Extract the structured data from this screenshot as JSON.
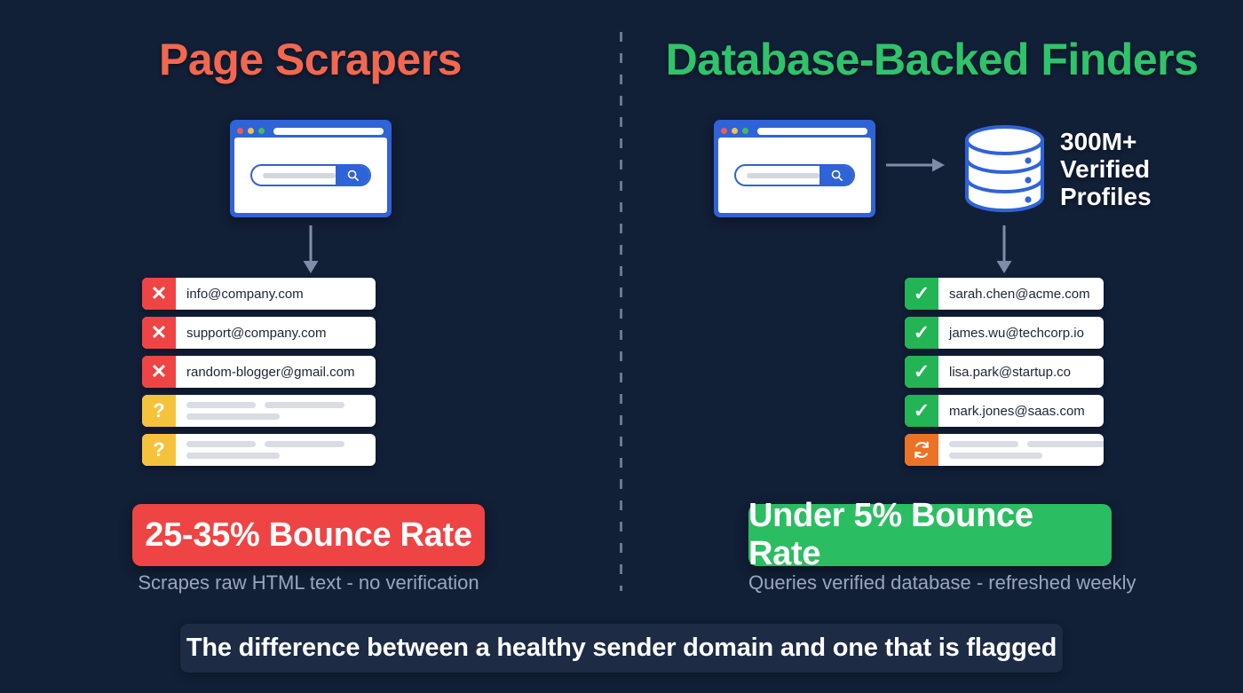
{
  "theme": {
    "background": "#111f37",
    "left_accent": "#f4674f",
    "right_accent": "#2fc46a",
    "bad": "#ef4444",
    "good": "#22b455",
    "unknown": "#f5c33b",
    "sync": "#ec7226",
    "browser_blue": "#2f63d8",
    "caption_color": "#9aa6bb",
    "footer_bg": "#1d2b45"
  },
  "left_column": {
    "title": "Page Scrapers",
    "browser": {
      "name": "browser-window",
      "dots": [
        "red",
        "yellow",
        "green"
      ]
    },
    "rows": [
      {
        "status": "bad",
        "glyph": "✕",
        "text": "info@company.com"
      },
      {
        "status": "bad",
        "glyph": "✕",
        "text": "support@company.com"
      },
      {
        "status": "bad",
        "glyph": "✕",
        "text": "random-blogger@gmail.com"
      },
      {
        "status": "unknown",
        "glyph": "?",
        "text": ""
      },
      {
        "status": "unknown",
        "glyph": "?",
        "text": ""
      }
    ],
    "banner": "25-35% Bounce Rate",
    "caption": "Scrapes raw HTML text - no verification"
  },
  "right_column": {
    "title": "Database-Backed Finders",
    "browser": {
      "name": "browser-window",
      "dots": [
        "red",
        "yellow",
        "green"
      ]
    },
    "database": {
      "icon": "database-cylinder-icon",
      "label_line1": "300M+",
      "label_line2": "Verified",
      "label_line3": "Profiles"
    },
    "rows": [
      {
        "status": "good",
        "glyph": "✓",
        "text": "sarah.chen@acme.com"
      },
      {
        "status": "good",
        "glyph": "✓",
        "text": "james.wu@techcorp.io"
      },
      {
        "status": "good",
        "glyph": "✓",
        "text": "lisa.park@startup.co"
      },
      {
        "status": "good",
        "glyph": "✓",
        "text": "mark.jones@saas.com"
      },
      {
        "status": "sync",
        "glyph": "⟳",
        "text": ""
      }
    ],
    "banner": "Under 5% Bounce Rate",
    "caption": "Queries verified database - refreshed weekly"
  },
  "footer": {
    "text": "The difference between a healthy sender domain and one that is flagged"
  }
}
